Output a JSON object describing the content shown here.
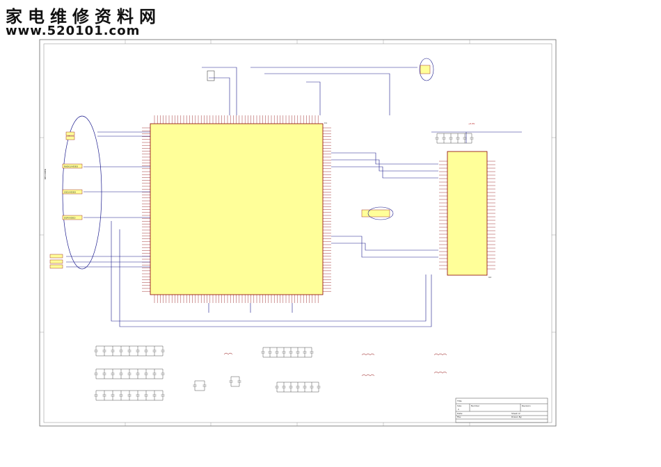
{
  "watermark": {
    "title": "家电维修资料网",
    "url": "www.520101.com"
  },
  "ics": {
    "u1": {
      "ref": "U1"
    },
    "u2": {
      "ref": "U2"
    }
  },
  "power_labels": {
    "v33": "+3.3V"
  },
  "input_labels": {
    "in1": "RADIO/VIDEO",
    "in2": "OSD/VIDEO",
    "in3": "DSP/VIDEO"
  },
  "side_note": "DECODER",
  "title_block": {
    "title_label": "Title",
    "size_label": "Size",
    "size_value": "C",
    "number_label": "Number",
    "revision_label": "Revision",
    "date_label": "Date:",
    "file_label": "File:",
    "sheet_label": "Sheet of",
    "drawn_label": "Drawn By:"
  },
  "colors": {
    "ic_fill": "#ffff99",
    "wire": "#1a1a8c",
    "pin": "#8b0000",
    "frame": "#666666"
  }
}
